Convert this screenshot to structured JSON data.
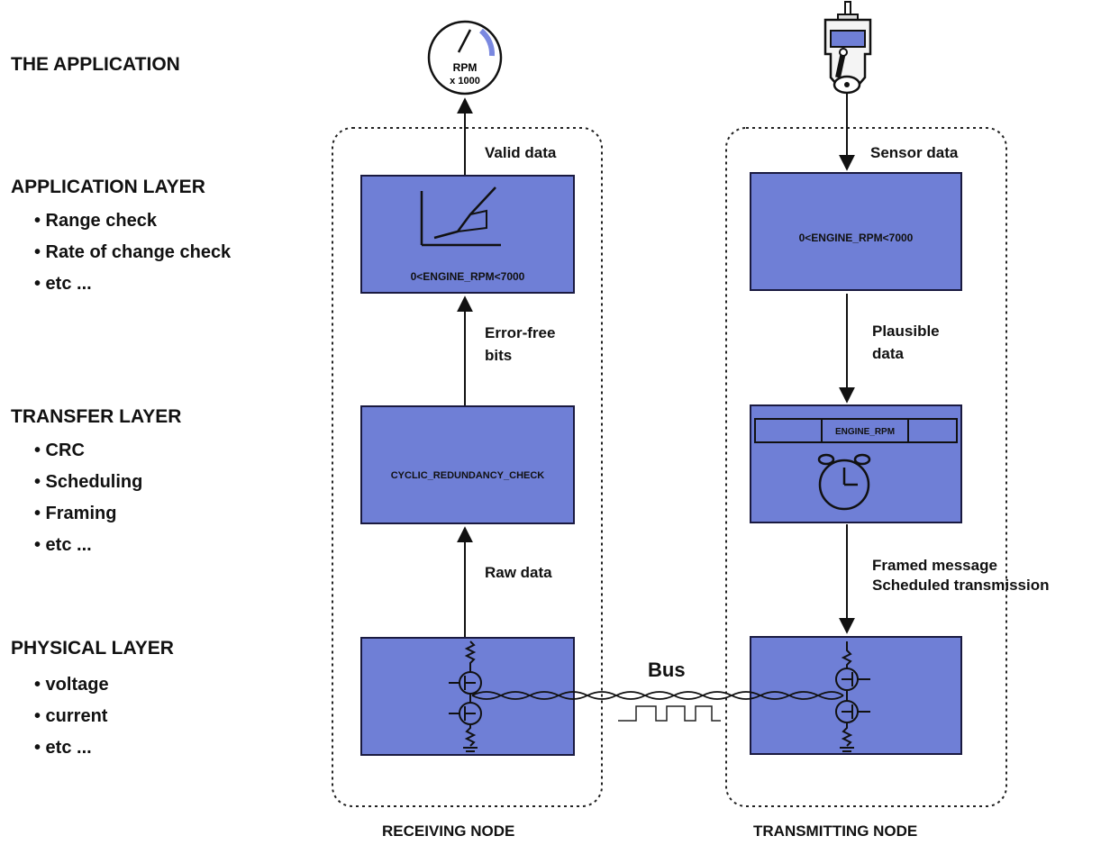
{
  "layers": {
    "application": {
      "title": "THE APPLICATION"
    },
    "application_layer": {
      "title": "APPLICATION LAYER",
      "items": [
        "• Range check",
        "• Rate of change check",
        "• etc ..."
      ]
    },
    "transfer_layer": {
      "title": "TRANSFER LAYER",
      "items": [
        "• CRC",
        "• Scheduling",
        "• Framing",
        "• etc ..."
      ]
    },
    "physical_layer": {
      "title": "PHYSICAL LAYER",
      "items": [
        "• voltage",
        "• current",
        "• etc ..."
      ]
    }
  },
  "receiving": {
    "node_label": "RECEIVING NODE",
    "valid_data": "Valid data",
    "error_free_line1": "Error-free",
    "error_free_line2": "bits",
    "raw_data": "Raw data",
    "app_box_text": "0<ENGINE_RPM<7000",
    "transfer_box_text": "CYCLIC_REDUNDANCY_CHECK",
    "gauge_line1": "RPM",
    "gauge_line2": "x 1000"
  },
  "transmitting": {
    "node_label": "TRANSMITTING NODE",
    "sensor_data": "Sensor data",
    "plausible_line1": "Plausible",
    "plausible_line2": "data",
    "framed_line1": "Framed message",
    "framed_line2": "Scheduled transmission",
    "app_box_text": "0<ENGINE_RPM<7000",
    "frame_field": "ENGINE_RPM"
  },
  "bus": {
    "label": "Bus"
  },
  "colors": {
    "box_fill": "#6f7fd6",
    "box_stroke": "#1a1a40",
    "gauge_accent": "#7a88e0"
  }
}
